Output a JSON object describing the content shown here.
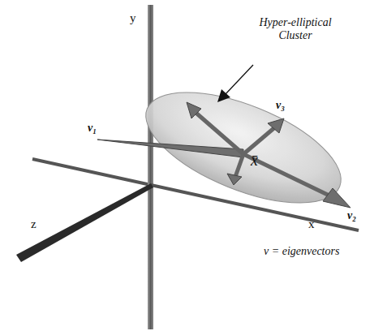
{
  "diagram": {
    "labels": [
      "y",
      "Hyper-elliptical Cluster",
      "v₃",
      "v₁",
      "x̄",
      "z",
      "x",
      "v₂",
      "v = eigenvectors"
    ]
  }
}
